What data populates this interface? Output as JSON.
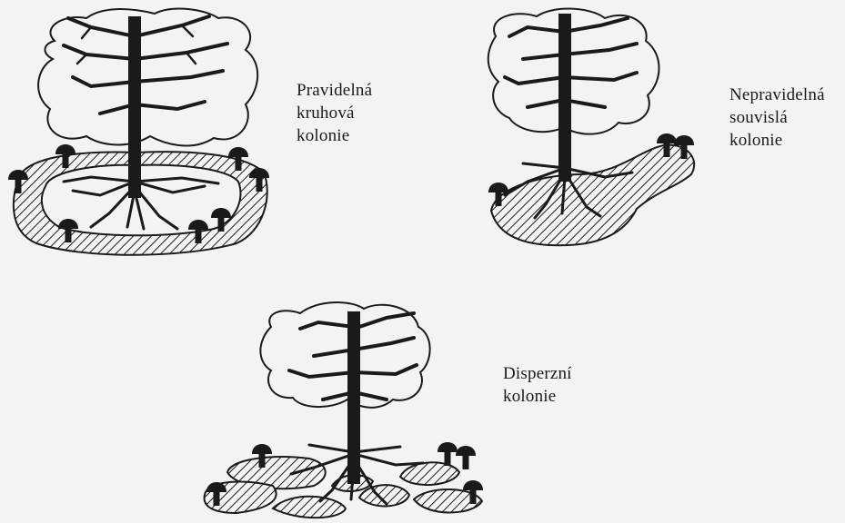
{
  "labels": {
    "regular_ring": [
      "Pravidelná",
      "kruhová",
      "kolonie"
    ],
    "irregular_continuous": [
      "Nepravidelná",
      "souvislá",
      "kolonie"
    ],
    "dispersed": [
      "Disperzní",
      "kolonie"
    ]
  },
  "colors": {
    "ink": "#1a1a1a",
    "paper": "#f3f3f1"
  }
}
